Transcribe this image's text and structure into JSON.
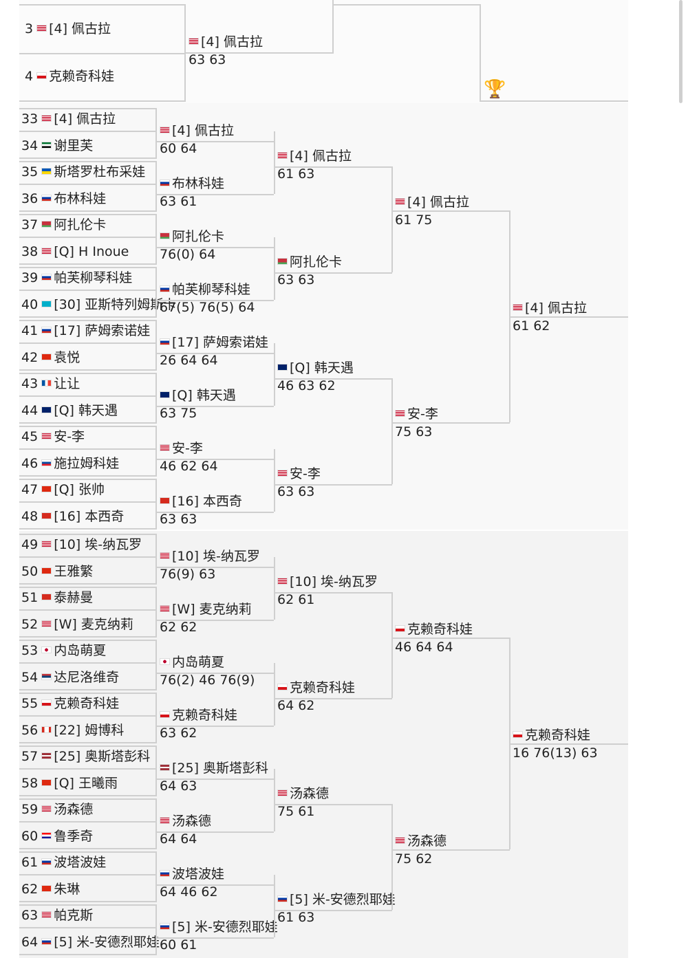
{
  "flags": {
    "us": "linear-gradient(#c8102e 0 14%, #fff 14% 28%, #c8102e 28% 42%, #fff 42% 56%, #c8102e 56% 70%, #fff 70% 84%, #c8102e 84% 100%)",
    "cz": "linear-gradient(#ffffff 0 50%, #d7141a 50% 100%)",
    "ae": "linear-gradient(#00732f 0 33%, #ffffff 33% 66%, #000000 66% 100%)",
    "ua": "linear-gradient(#0057b7 0 50%, #ffd700 50% 100%)",
    "ru": "linear-gradient(#ffffff 0 33%, #0039a6 33% 66%, #d52b1e 66% 100%)",
    "by": "linear-gradient(#c8313e 0 66%, #4aa657 66% 100%)",
    "kz": "linear-gradient(#00afca 0 100%)",
    "cn": "linear-gradient(#de2910 0 100%)",
    "fr": "linear-gradient(90deg, #0055a4 0 33%, #ffffff 33% 66%, #ef4135 66% 100%)",
    "au": "linear-gradient(#012169 0 100%)",
    "sk": "linear-gradient(#ffffff 0 33%, #0b4ea2 33% 66%, #ee1c25 66% 100%)",
    "ch": "linear-gradient(#d52b1e 0 100%)",
    "jp": "radial-gradient(circle, #bc002d 0 30%, #ffffff 32% 100%)",
    "rs": "linear-gradient(#c6363c 0 33%, #0c4076 33% 66%, #ffffff 66% 100%)",
    "ca": "linear-gradient(90deg, #d52b1e 0 25%, #ffffff 25% 75%, #d52b1e 75% 100%)",
    "lv": "linear-gradient(#9e3039 0 40%, #ffffff 40% 60%, #9e3039 60% 100%)",
    "hr": "linear-gradient(#ff0000 0 33%, #ffffff 33% 66%, #171796 66% 100%)"
  },
  "top_entrants": [
    {
      "num": "3",
      "flag": "us",
      "name": "[4] 佩古拉"
    },
    {
      "num": "4",
      "flag": "cz",
      "name": "克赖奇科娃"
    }
  ],
  "top_winner": {
    "flag": "us",
    "name": "[4] 佩古拉",
    "score": "63 63"
  },
  "entrants": [
    {
      "num": "33",
      "flag": "us",
      "name": "[4] 佩古拉"
    },
    {
      "num": "34",
      "flag": "ae",
      "name": "谢里芙"
    },
    {
      "num": "35",
      "flag": "ua",
      "name": "斯塔罗杜布采娃"
    },
    {
      "num": "36",
      "flag": "ru",
      "name": "布林科娃"
    },
    {
      "num": "37",
      "flag": "by",
      "name": "阿扎伦卡"
    },
    {
      "num": "38",
      "flag": "us",
      "name": "[Q] H Inoue"
    },
    {
      "num": "39",
      "flag": "ru",
      "name": "帕芙柳琴科娃"
    },
    {
      "num": "40",
      "flag": "kz",
      "name": "[30] 亚斯特列姆斯卡"
    },
    {
      "num": "41",
      "flag": "ru",
      "name": "[17] 萨姆索诺娃"
    },
    {
      "num": "42",
      "flag": "cn",
      "name": "袁悦"
    },
    {
      "num": "43",
      "flag": "fr",
      "name": "让让"
    },
    {
      "num": "44",
      "flag": "au",
      "name": "[Q] 韩天遇"
    },
    {
      "num": "45",
      "flag": "us",
      "name": "安-李"
    },
    {
      "num": "46",
      "flag": "sk",
      "name": "施拉姆科娃"
    },
    {
      "num": "47",
      "flag": "cn",
      "name": "[Q] 张帅"
    },
    {
      "num": "48",
      "flag": "ch",
      "name": "[16] 本西奇"
    },
    {
      "num": "49",
      "flag": "us",
      "name": "[10] 埃-纳瓦罗"
    },
    {
      "num": "50",
      "flag": "cn",
      "name": "王雅繁"
    },
    {
      "num": "51",
      "flag": "ch",
      "name": "泰赫曼"
    },
    {
      "num": "52",
      "flag": "us",
      "name": "[W] 麦克纳莉"
    },
    {
      "num": "53",
      "flag": "jp",
      "name": "内岛萌夏"
    },
    {
      "num": "54",
      "flag": "rs",
      "name": "达尼洛维奇"
    },
    {
      "num": "55",
      "flag": "cz",
      "name": "克赖奇科娃"
    },
    {
      "num": "56",
      "flag": "ca",
      "name": "[22] 姆博科"
    },
    {
      "num": "57",
      "flag": "lv",
      "name": "[25] 奥斯塔彭科"
    },
    {
      "num": "58",
      "flag": "cn",
      "name": "[Q] 王曦雨"
    },
    {
      "num": "59",
      "flag": "us",
      "name": "汤森德"
    },
    {
      "num": "60",
      "flag": "hr",
      "name": "鲁季奇"
    },
    {
      "num": "61",
      "flag": "ru",
      "name": "波塔波娃"
    },
    {
      "num": "62",
      "flag": "cn",
      "name": "朱琳"
    },
    {
      "num": "63",
      "flag": "us",
      "name": "帕克斯"
    },
    {
      "num": "64",
      "flag": "ru",
      "name": "[5] 米-安德烈耶娃"
    }
  ],
  "round2": [
    {
      "flag": "us",
      "name": "[4] 佩古拉",
      "score": "60 64"
    },
    {
      "flag": "ru",
      "name": "布林科娃",
      "score": "63 61"
    },
    {
      "flag": "by",
      "name": "阿扎伦卡",
      "score": "76(0) 64"
    },
    {
      "flag": "ru",
      "name": "帕芙柳琴科娃",
      "score": "67(5) 76(5) 64"
    },
    {
      "flag": "ru",
      "name": "[17] 萨姆索诺娃",
      "score": "26 64 64"
    },
    {
      "flag": "au",
      "name": "[Q] 韩天遇",
      "score": "63 75"
    },
    {
      "flag": "us",
      "name": "安-李",
      "score": "46 62 64"
    },
    {
      "flag": "ch",
      "name": "[16] 本西奇",
      "score": "63 63"
    },
    {
      "flag": "us",
      "name": "[10] 埃-纳瓦罗",
      "score": "76(9) 63"
    },
    {
      "flag": "us",
      "name": "[W] 麦克纳莉",
      "score": "62 62"
    },
    {
      "flag": "jp",
      "name": "内岛萌夏",
      "score": "76(2) 46 76(9)"
    },
    {
      "flag": "cz",
      "name": "克赖奇科娃",
      "score": "63 62"
    },
    {
      "flag": "lv",
      "name": "[25] 奥斯塔彭科",
      "score": "64 63"
    },
    {
      "flag": "us",
      "name": "汤森德",
      "score": "64 64"
    },
    {
      "flag": "ru",
      "name": "波塔波娃",
      "score": "64 46 62"
    },
    {
      "flag": "ru",
      "name": "[5] 米-安德烈耶娃",
      "score": "60 61"
    }
  ],
  "round3": [
    {
      "flag": "us",
      "name": "[4] 佩古拉",
      "score": "61 63"
    },
    {
      "flag": "by",
      "name": "阿扎伦卡",
      "score": "63 63"
    },
    {
      "flag": "au",
      "name": "[Q] 韩天遇",
      "score": "46 63 62"
    },
    {
      "flag": "us",
      "name": "安-李",
      "score": "63 63"
    },
    {
      "flag": "us",
      "name": "[10] 埃-纳瓦罗",
      "score": "62 61"
    },
    {
      "flag": "cz",
      "name": "克赖奇科娃",
      "score": "64 62"
    },
    {
      "flag": "us",
      "name": "汤森德",
      "score": "75 61"
    },
    {
      "flag": "ru",
      "name": "[5] 米-安德烈耶娃",
      "score": "61 63"
    }
  ],
  "round4": [
    {
      "flag": "us",
      "name": "[4] 佩古拉",
      "score": "61 75"
    },
    {
      "flag": "us",
      "name": "安-李",
      "score": "75 63"
    },
    {
      "flag": "cz",
      "name": "克赖奇科娃",
      "score": "46 64 64"
    },
    {
      "flag": "us",
      "name": "汤森德",
      "score": "75 62"
    }
  ],
  "round5": [
    {
      "flag": "us",
      "name": "[4] 佩古拉",
      "score": "61 62"
    },
    {
      "flag": "cz",
      "name": "克赖奇科娃",
      "score": "16 76(13) 63"
    }
  ],
  "trophy_icon": "🏆"
}
